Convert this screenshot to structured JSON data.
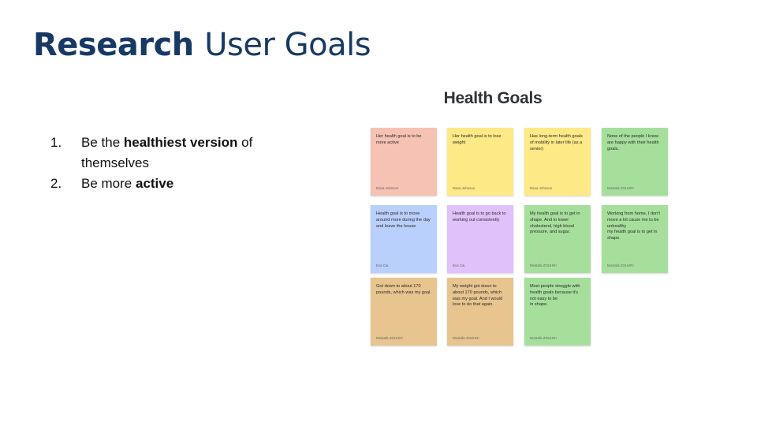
{
  "slide": {
    "title_bold": "Research",
    "title_light": "User Goals"
  },
  "goals": [
    {
      "number": "1.",
      "before": "Be the ",
      "bold": "healthiest version",
      "after": " of themselves"
    },
    {
      "number": "2.",
      "before": "Be more ",
      "bold": "active",
      "after": ""
    }
  ],
  "board": {
    "title": "Health Goals",
    "notes": [
      {
        "text": "Her health goal is to be more active",
        "author": "Dana Johnson",
        "color": "#f6c2b4"
      },
      {
        "text": "Her health goal is to lose weight",
        "author": "Dana Johnson",
        "color": "#fde986"
      },
      {
        "text": "Has long-term health goals of mobility in later life (as a senior)",
        "author": "Dana Johnson",
        "color": "#fde986"
      },
      {
        "text": "None of the people I know are happy with their health goals.",
        "author": "Mostafa ZOUHRI",
        "color": "#a6df9b"
      },
      {
        "text": "Health goal is to move around more during the day and leave the house",
        "author": "Eva Cai",
        "color": "#b9cffc"
      },
      {
        "text": "Health goal is to go back to working out consistently",
        "author": "Eva Cai",
        "color": "#e0c1f9"
      },
      {
        "text": "My health goal is to get in shape. And to lower cholesterol, high blood pressure, and sugar.",
        "author": "Mostafa ZOUHRI",
        "color": "#a6df9b"
      },
      {
        "text": "Working from home, I don't move a lot cause me to be unhealthy\nmy health goal is to get in shape.",
        "author": "Mostafa ZOUHRI",
        "color": "#a6df9b"
      },
      {
        "text": "Got down to about 170 pounds, which was my goal.",
        "author": "Mostafa ZOUHRI",
        "color": "#e8c48e"
      },
      {
        "text": "My weight got down to about 170 pounds, which was my goal. And I would love to do that again.",
        "author": "Mostafa ZOUHRI",
        "color": "#e8c48e"
      },
      {
        "text": "Most people struggle with health goals because it's not easy to be\nin shape.",
        "author": "Mostafa ZOUHRI",
        "color": "#a6df9b"
      }
    ]
  }
}
